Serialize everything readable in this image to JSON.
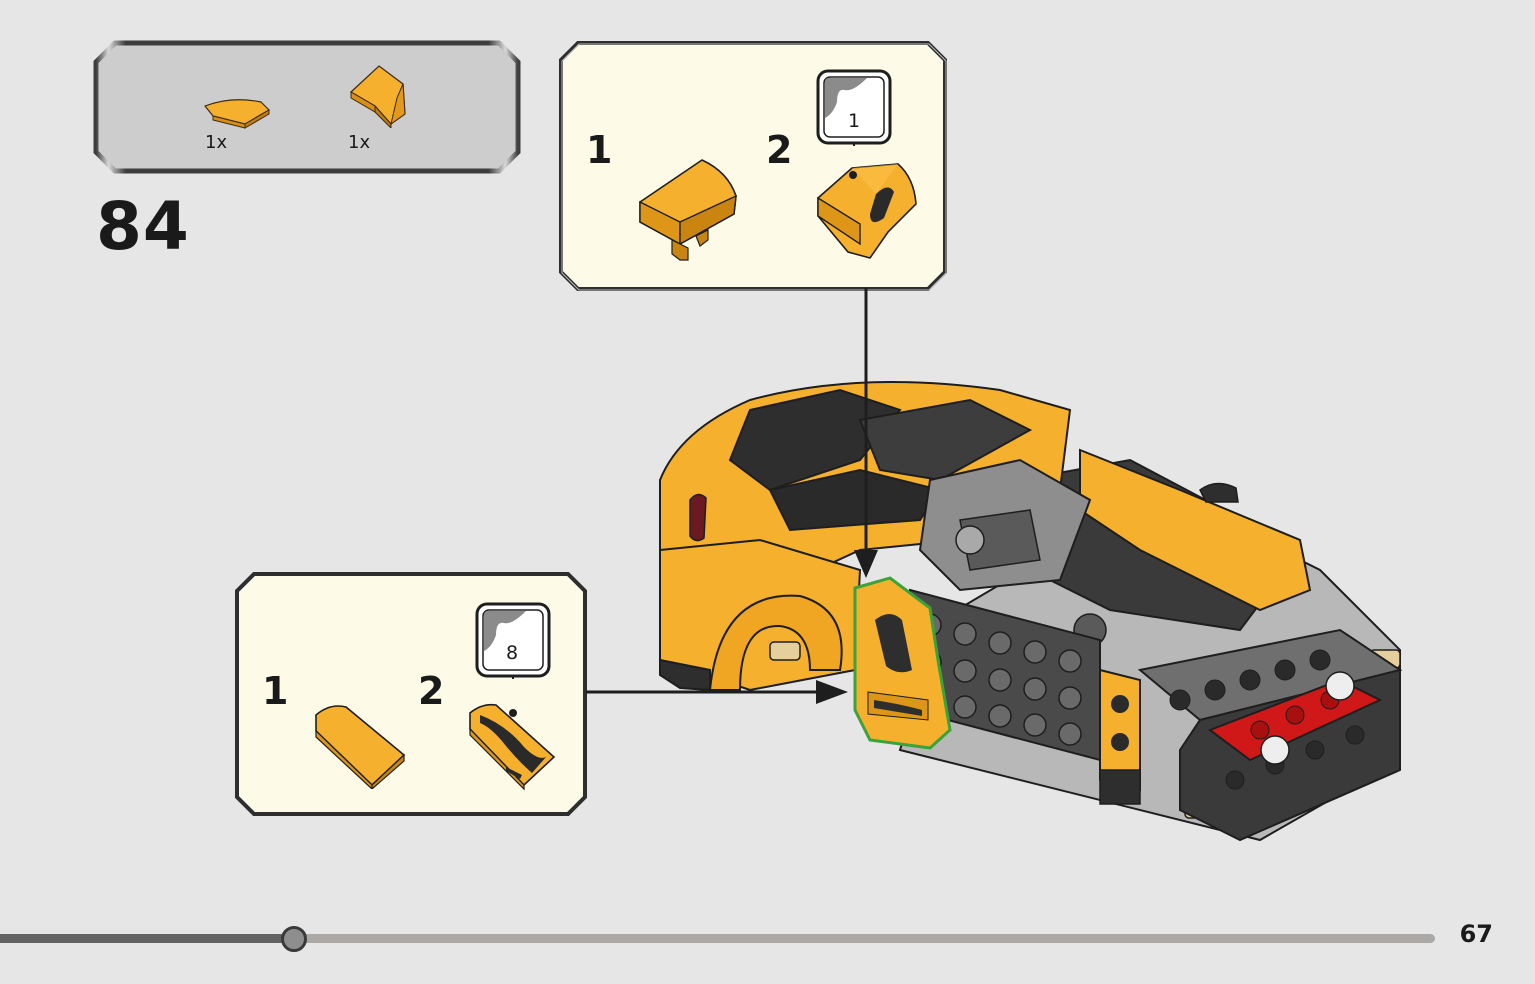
{
  "parts_list": {
    "items": [
      {
        "quantity": "1x",
        "part": "orange-curved-slope-part"
      },
      {
        "quantity": "1x",
        "part": "orange-wedge-slope-part"
      }
    ]
  },
  "step": {
    "number": "84"
  },
  "subassembly_a": {
    "sub_steps": [
      "1",
      "2"
    ],
    "sticker_sheet": "1"
  },
  "subassembly_b": {
    "sub_steps": [
      "1",
      "2"
    ],
    "sticker_sheet": "8"
  },
  "page": {
    "number": "67",
    "progress": 0.205
  },
  "colors": {
    "page_bg": "#e6e6e6",
    "parts_box_bg": "#cdcdcd",
    "callout_bg": "#fdfbe7",
    "lego_orange": "#f5b02e",
    "lego_dark_grey": "#3a3a3a",
    "lego_red": "#d11818",
    "highlight_green": "#3aa33a"
  }
}
